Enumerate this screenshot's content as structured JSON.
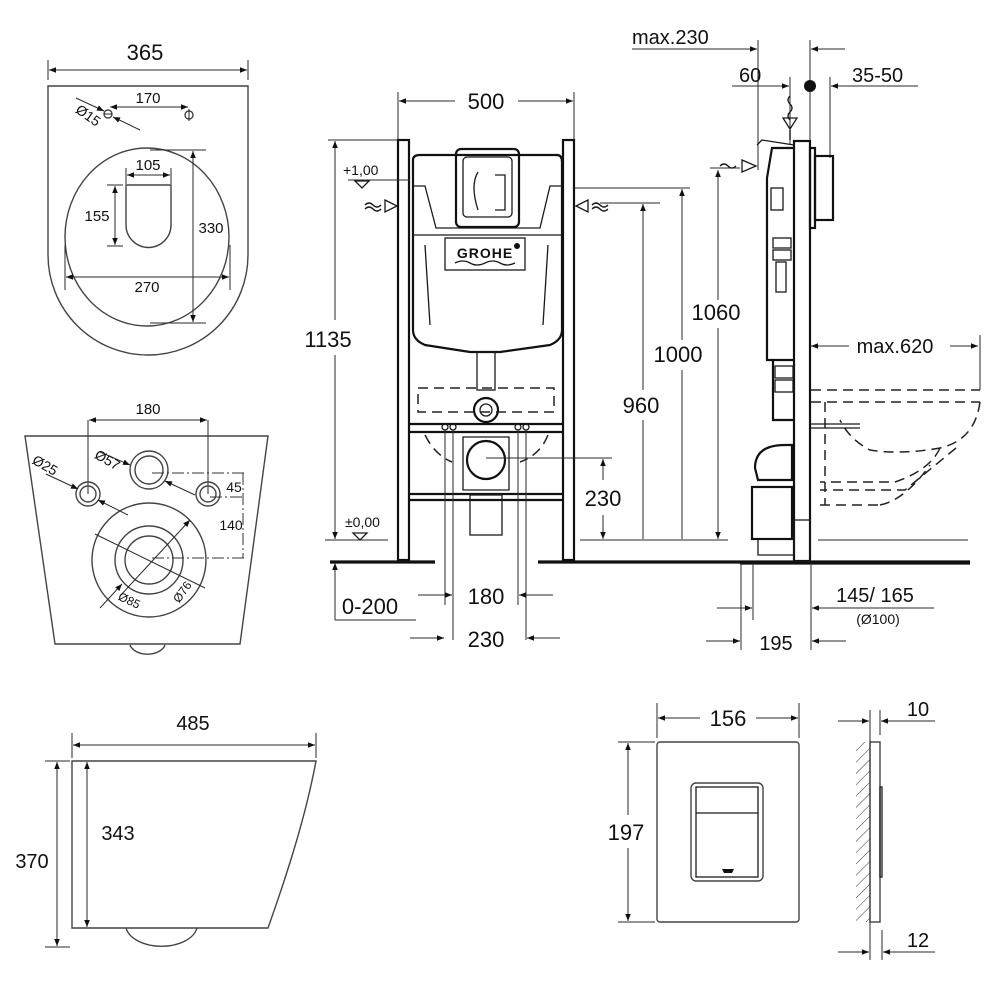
{
  "title": "Wall-hung WC with GROHE concealed frame – dimensional drawing (mm)",
  "brand": "GROHE",
  "views": {
    "bowl_top": {
      "overall_width": "365",
      "tap_hole_spacing": "170",
      "tap_hole_diameter": "Ø15",
      "outlet_width": "105",
      "outlet_length": "155",
      "rim_width": "270",
      "rim_length": "330"
    },
    "bowl_rear": {
      "fixing_spacing": "180",
      "fixing_hole_diameter": "Ø25",
      "inlet_diameter": "Ø57",
      "fixing_offset": "45",
      "outlet_height_offset": "140",
      "outlet_inner_diameter": "Ø76",
      "outlet_outer_diameter": "Ø85"
    },
    "bowl_side": {
      "length": "485",
      "overall_height": "370",
      "body_height": "343"
    },
    "frame_front": {
      "frame_width": "500",
      "frame_height": "1135",
      "level_top": "+1,00",
      "level_zero": "±0,00",
      "flush_height": "1060",
      "cistern_height": "1000",
      "inlet_height": "960",
      "outlet_height": "230",
      "floor_adjust": "0-200",
      "bolt_spacing_inner": "180",
      "bolt_spacing_outer": "230"
    },
    "frame_side": {
      "inlet_offset_max": "max.230",
      "inlet_offset": "60",
      "plate_projection": "35-50",
      "bowl_projection_max": "max.620",
      "outlet_offset": "145/ 165",
      "outlet_diameter": "(Ø100)",
      "frame_depth": "195"
    },
    "flush_plate_front": {
      "width": "156",
      "height": "197"
    },
    "flush_plate_side": {
      "plate_thickness": "10",
      "overall_thickness": "12"
    }
  }
}
